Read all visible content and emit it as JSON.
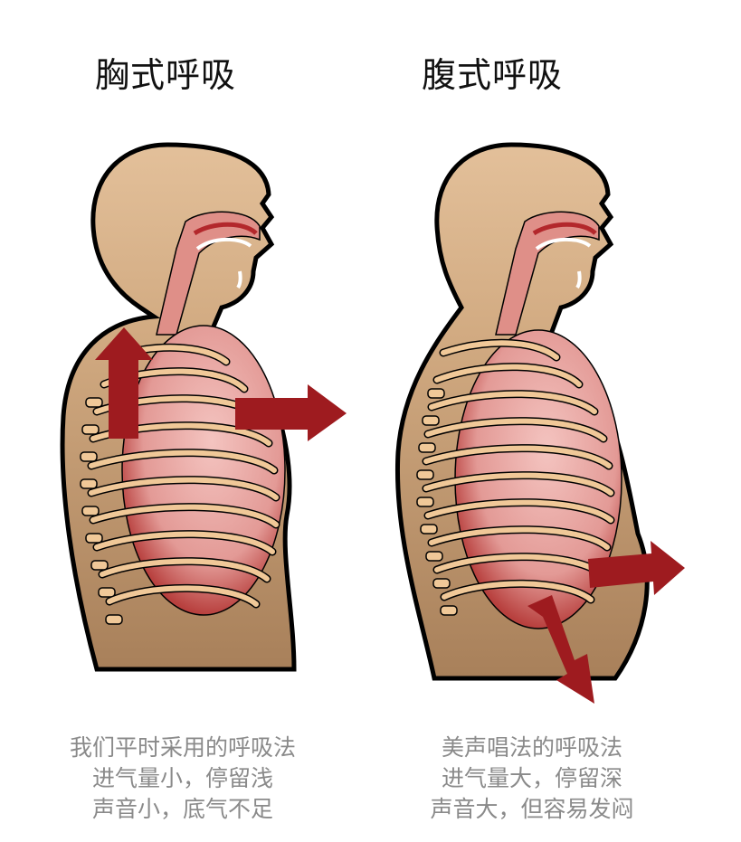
{
  "diagram": {
    "type": "comparison-illustration",
    "colors": {
      "skin": "#e3c09a",
      "body_shadow": "#b38a62",
      "outline": "#000000",
      "lung": "#e9a2a0",
      "rib": "#f0c898",
      "arrow": "#9e1b1f",
      "caption_text": "#8a8a8a"
    },
    "panels": [
      {
        "title": "胸式呼吸",
        "arrows": [
          "up (shoulders/chest lift)",
          "right (chest expands forward)"
        ],
        "caption": [
          "我们平时采用的呼吸法",
          "进气量小，停留浅",
          "声音小，底气不足"
        ]
      },
      {
        "title": "腹式呼吸",
        "arrows": [
          "right (abdomen expands forward)",
          "down-right (diaphragm lowers)"
        ],
        "caption": [
          "美声唱法的呼吸法",
          "进气量大，停留深",
          "声音大，但容易发闷"
        ]
      }
    ]
  }
}
